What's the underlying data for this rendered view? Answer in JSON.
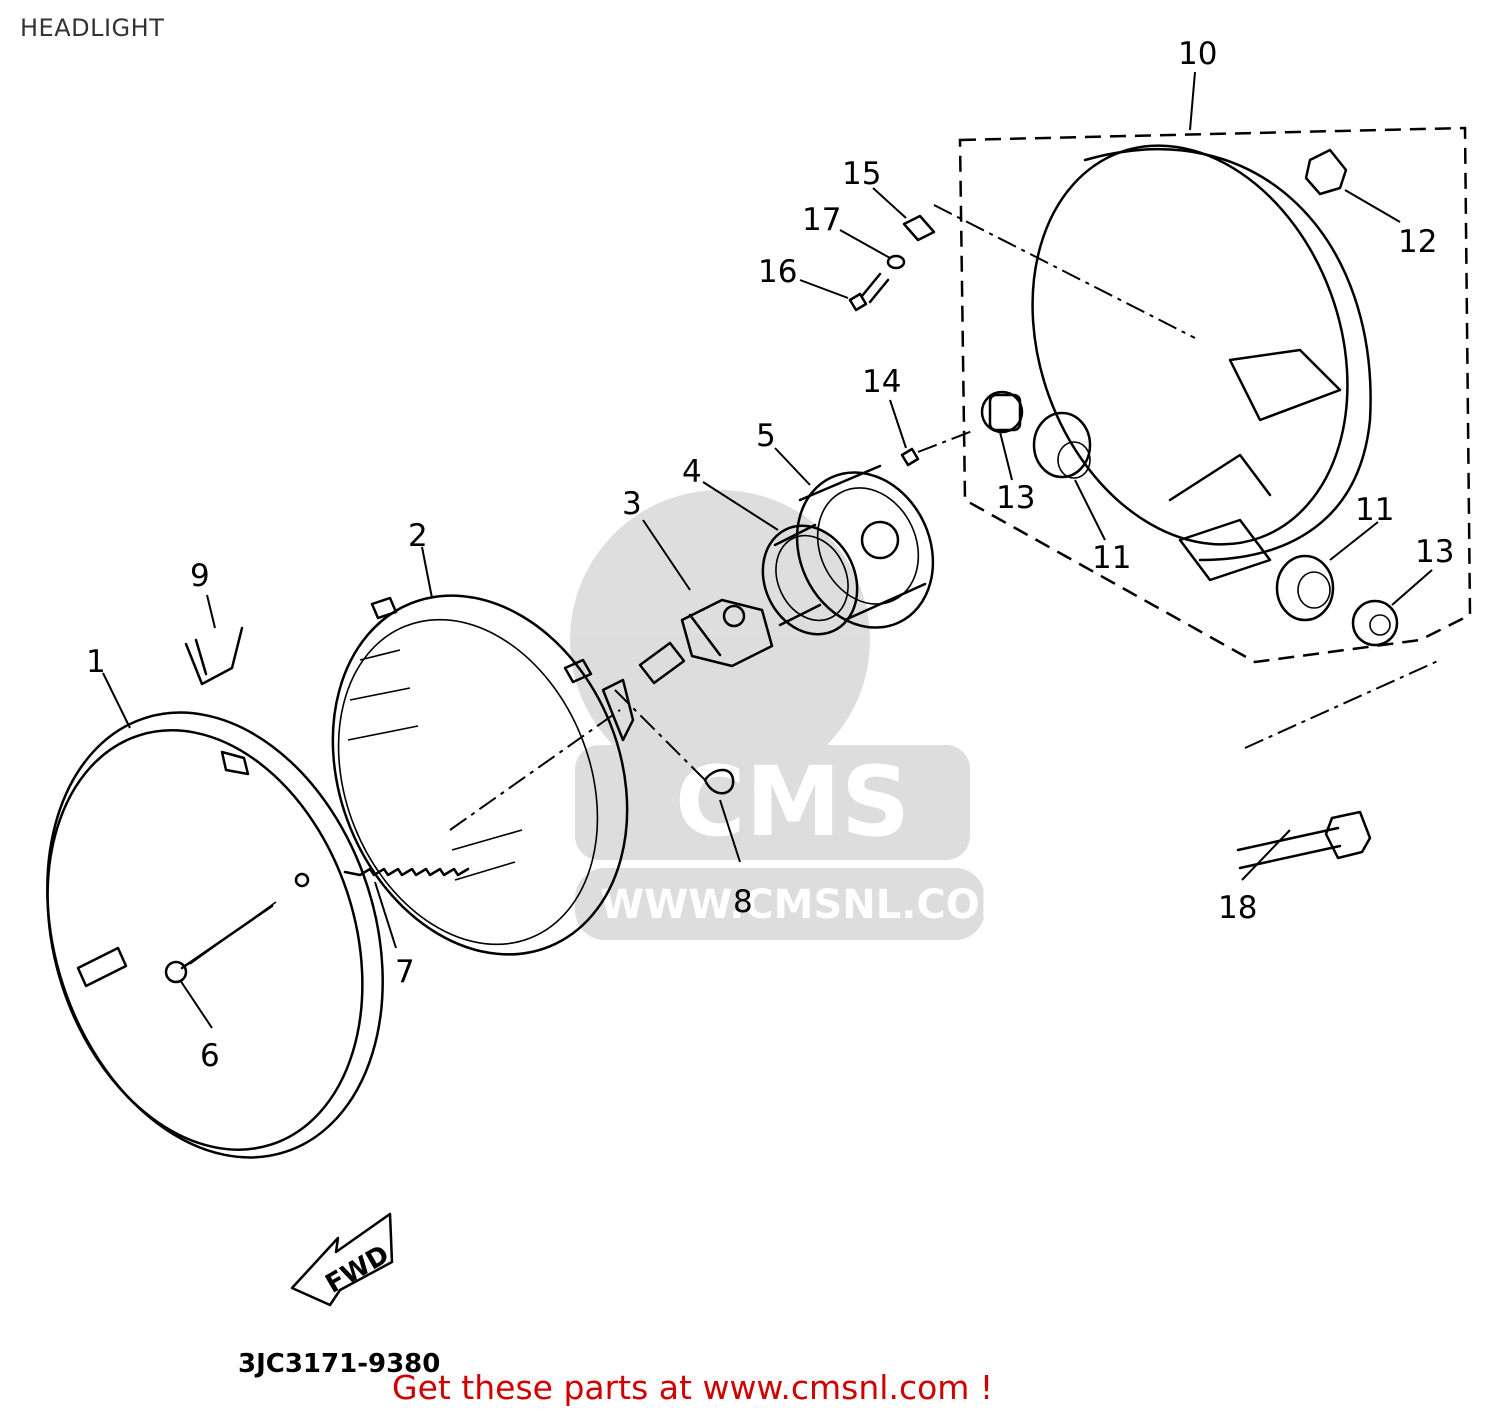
{
  "title": "HEADLIGHT",
  "drawing_code": "3JC3171-9380",
  "direction_arrow": "FWD",
  "watermark": {
    "brand": "CMS",
    "url": "WWW.CMSNL.COM"
  },
  "footer": {
    "text": "Get these parts at www.cmsnl.com !",
    "color": "#d10000"
  },
  "callouts": [
    "1",
    "2",
    "3",
    "4",
    "5",
    "6",
    "7",
    "8",
    "9",
    "10",
    "11",
    "11",
    "12",
    "13",
    "13",
    "14",
    "15",
    "16",
    "17",
    "18"
  ]
}
